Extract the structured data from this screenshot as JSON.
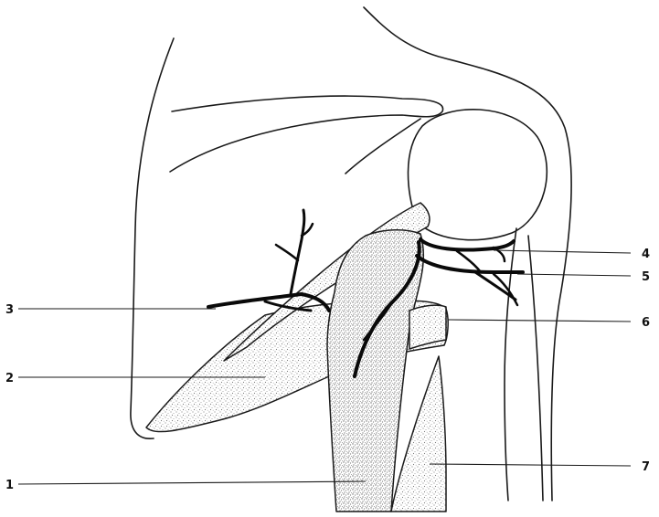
{
  "figure": {
    "callouts": [
      {
        "id": "1",
        "label": "1"
      },
      {
        "id": "2",
        "label": "2"
      },
      {
        "id": "3",
        "label": "3"
      },
      {
        "id": "4",
        "label": "4"
      },
      {
        "id": "5",
        "label": "5"
      },
      {
        "id": "6",
        "label": "6"
      },
      {
        "id": "7",
        "label": "7"
      }
    ],
    "colors": {
      "line": "#1a1a1a",
      "stipple": "#8a8a8a",
      "vessel": "#0a0a0a",
      "background": "#ffffff"
    }
  }
}
